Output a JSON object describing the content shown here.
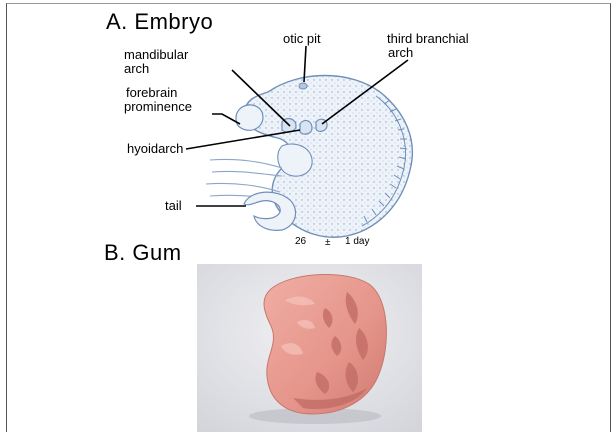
{
  "sections": {
    "a_title": "A. Embryo",
    "b_title": "B. Gum"
  },
  "labels": {
    "otic_pit": "otic pit",
    "third_branchial_line1": "third branchial",
    "third_branchial_line2": "arch",
    "mandibular_line1": "mandibular",
    "mandibular_line2": "arch",
    "forebrain_line1": "forebrain",
    "forebrain_line2": "prominence",
    "hyoidarch": "hyoidarch",
    "tail": "tail"
  },
  "caption": {
    "age_value": "26",
    "plus_minus": "±",
    "age_range": "1 day"
  },
  "colors": {
    "embryo_fill": "#eef3fa",
    "embryo_stroke": "#6f8fb8",
    "gum_fill": "#e79d94",
    "gum_shadow": "#c06a63",
    "photo_bg": "#e6e6ea"
  }
}
